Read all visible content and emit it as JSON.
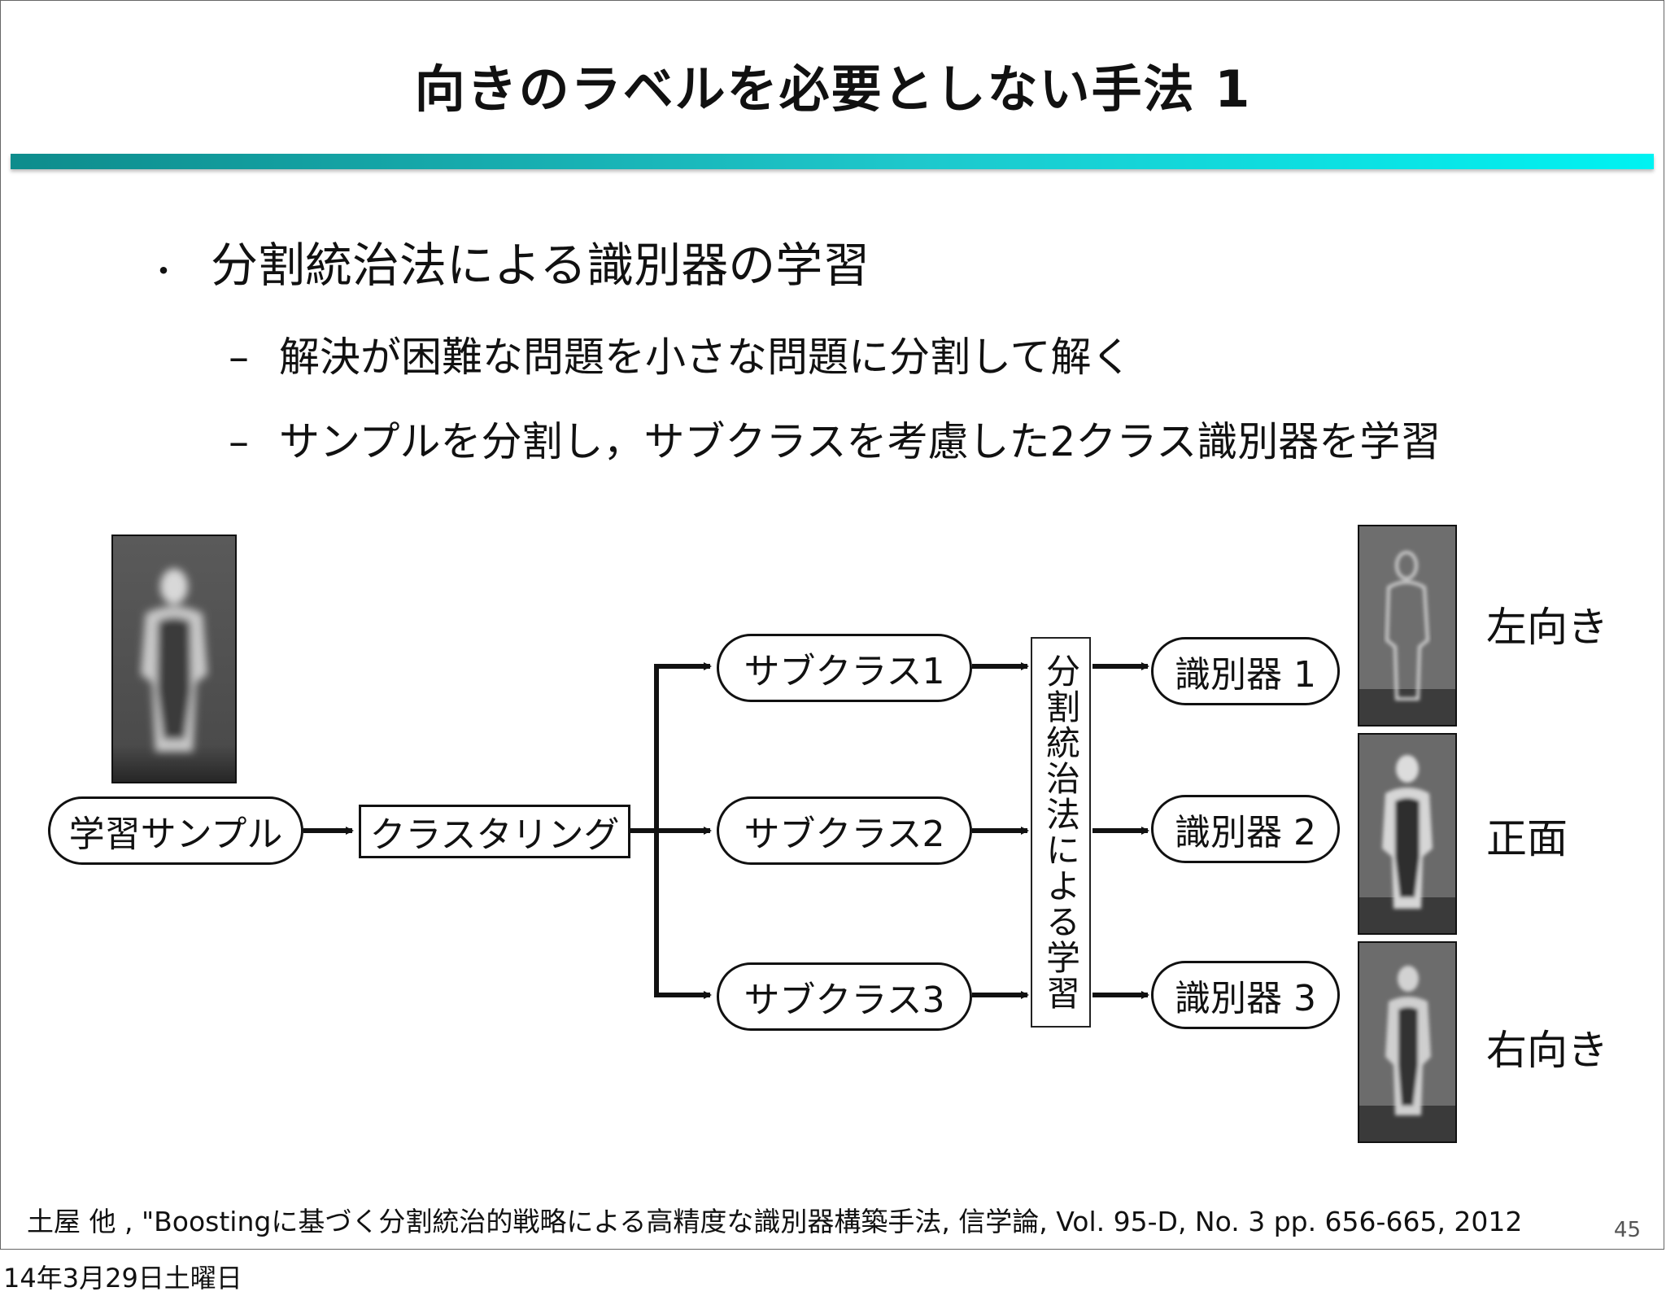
{
  "slide": {
    "title": "向きのラベルを必要としない手法 1",
    "bullet": "分割統治法による識別器の学習",
    "bullet_marker": "・",
    "sub_marker": "–",
    "sub_bullets": [
      "解決が困難な問題を小さな問題に分割して解く",
      "サンプルを分割し，サブクラスを考慮した2クラス識別器を学習"
    ]
  },
  "diagram": {
    "learning_sample": "学習サンプル",
    "clustering": "クラスタリング",
    "subclasses": [
      "サブクラス1",
      "サブクラス2",
      "サブクラス3"
    ],
    "divide_conquer": "分割統治法による学習",
    "classifiers": [
      "識別器 1",
      "識別器 2",
      "識別器 3"
    ],
    "orientations": [
      "左向き",
      "正面",
      "右向き"
    ]
  },
  "footer": {
    "citation": "土屋 他 , \"Boostingに基づく分割統治的戦略による高精度な識別器構築手法, 信学論, Vol. 95-D, No. 3 pp. 656-665, 2012",
    "page_number": "45",
    "date": "14年3月29日土曜日"
  }
}
